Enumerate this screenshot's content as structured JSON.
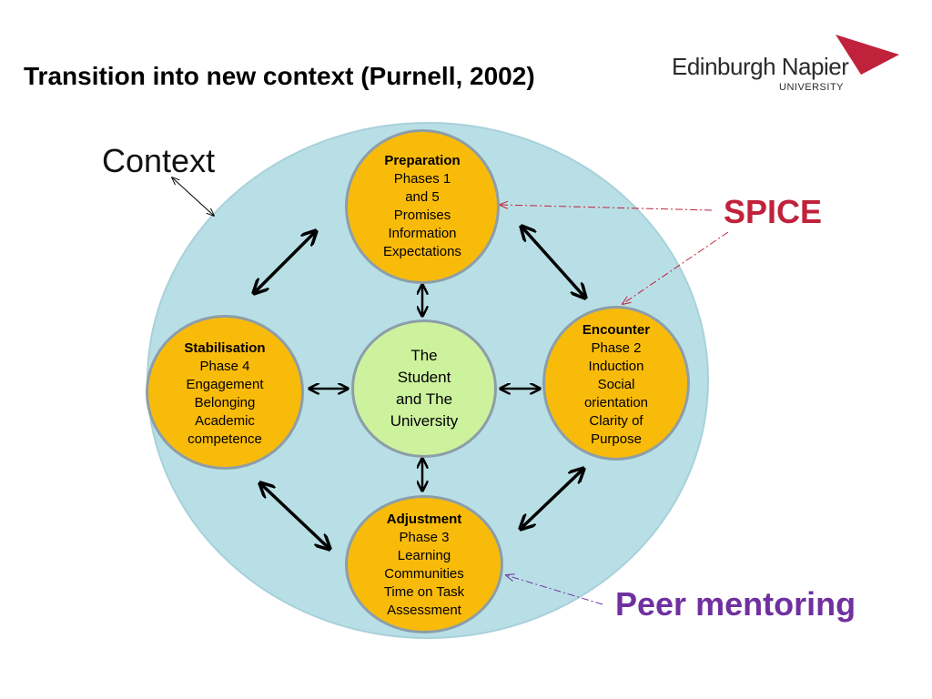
{
  "slide": {
    "title": "Transition into new context (Purnell, 2002)",
    "logo": {
      "name": "Edinburgh Napier",
      "sub": "UNIVERSITY",
      "flag_color": "#c0223b"
    },
    "context_label": "Context",
    "spice_label": "SPICE",
    "peer_label": "Peer mentoring"
  },
  "nodes": {
    "preparation": {
      "head": "Preparation",
      "lines": [
        "Phases 1",
        "and 5",
        "Promises",
        "Information",
        "Expectations"
      ]
    },
    "encounter": {
      "head": "Encounter",
      "lines": [
        "Phase 2",
        "Induction",
        "Social",
        "orientation",
        "Clarity of",
        "Purpose"
      ]
    },
    "adjustment": {
      "head": "Adjustment",
      "lines": [
        "Phase 3",
        "Learning",
        "Communities",
        "Time on Task",
        "Assessment"
      ]
    },
    "stabilisation": {
      "head": "Stabilisation",
      "lines": [
        "Phase 4",
        "Engagement",
        "Belonging",
        "Academic",
        "competence"
      ]
    },
    "center": {
      "lines": [
        "The",
        "Student",
        "and The",
        "University"
      ]
    }
  },
  "colors": {
    "context_circle": "#b9dfe6",
    "node_fill": "#f9bb0a",
    "center_fill": "#ccf29e",
    "spice": "#c0223b",
    "peer": "#7030a0"
  }
}
